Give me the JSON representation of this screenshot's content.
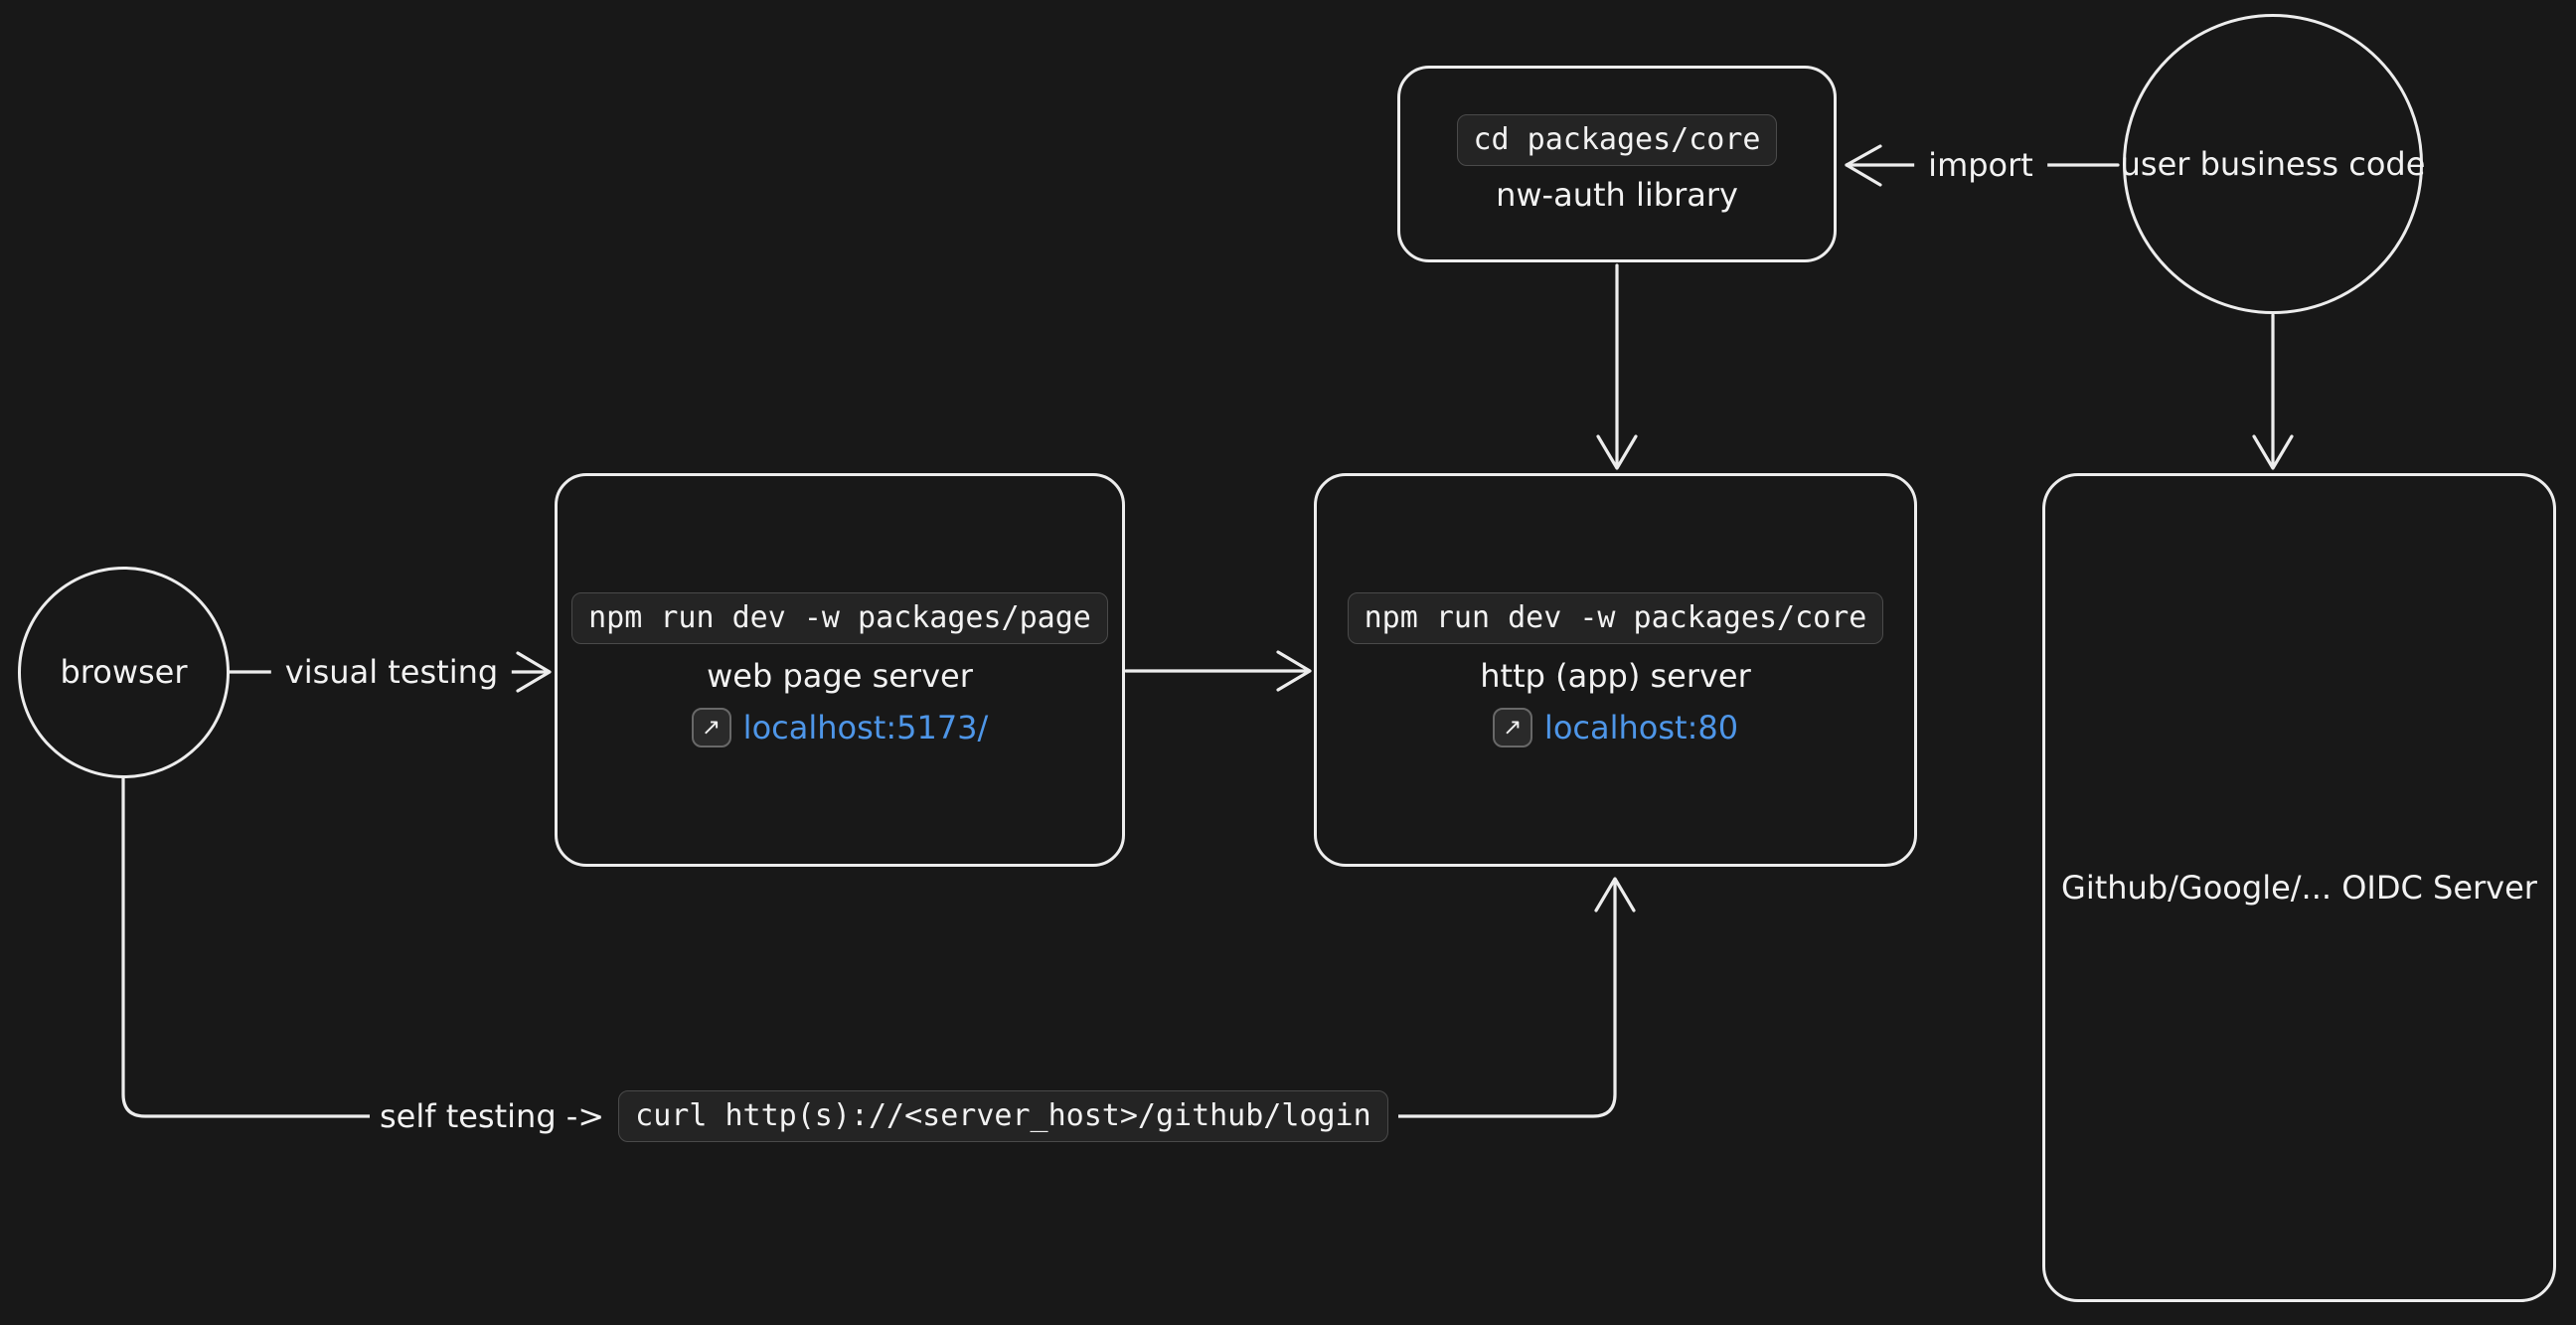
{
  "colors": {
    "background": "#181818",
    "stroke": "#ededed",
    "link": "#4e96e8"
  },
  "nodes": {
    "nw_auth": {
      "code": "cd packages/core",
      "label": "nw-auth library"
    },
    "user_business_code": {
      "label": "user business code"
    },
    "browser": {
      "label": "browser"
    },
    "web_page_server": {
      "code": "npm run dev -w packages/page",
      "label": "web page server",
      "link": "localhost:5173/"
    },
    "http_app_server": {
      "code": "npm run dev -w packages/core",
      "label": "http (app) server",
      "link": "localhost:80"
    },
    "oidc_server": {
      "label": "Github/Google/... OIDC Server"
    }
  },
  "edges": {
    "import": {
      "label": "import"
    },
    "visual_testing": {
      "label": "visual testing"
    },
    "self_testing": {
      "label": "self testing ->",
      "code": "curl http(s)://<server_host>/github/login"
    }
  },
  "icons": {
    "external_link": "↗"
  }
}
